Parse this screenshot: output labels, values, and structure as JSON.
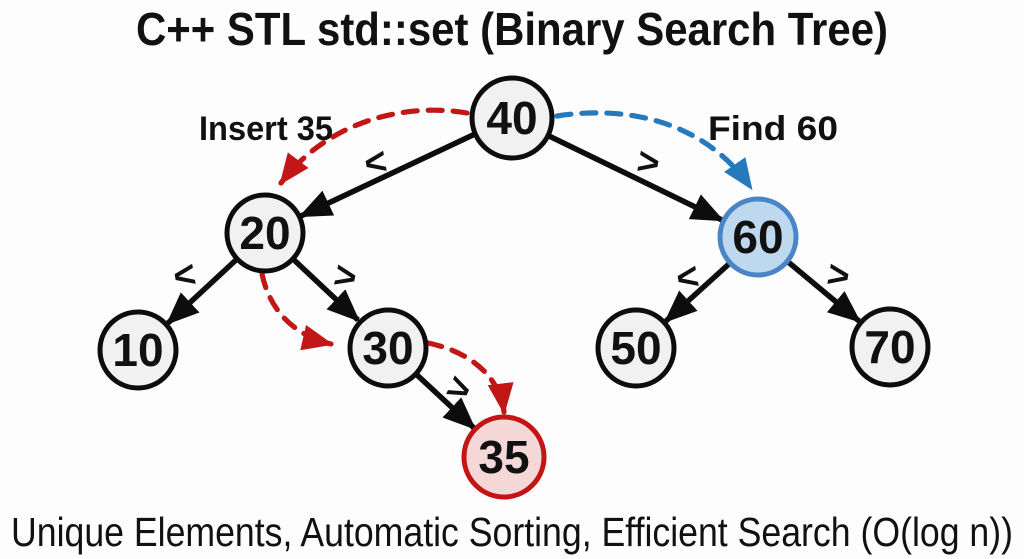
{
  "title": "C++ STL std::set (Binary Search Tree)",
  "caption": "Unique Elements, Automatic Sorting, Efficient Search (O(log n))",
  "annotations": {
    "insert_label": "Insert 35",
    "find_label": "Find 60"
  },
  "tree": {
    "type": "binary-search-tree",
    "root": "40",
    "nodes": {
      "n40": "40",
      "n20": "20",
      "n60": "60",
      "n10": "10",
      "n30": "30",
      "n50": "50",
      "n70": "70",
      "n35": "35"
    },
    "edges": [
      {
        "from": "40",
        "to": "20",
        "label": "<"
      },
      {
        "from": "40",
        "to": "60",
        "label": ">"
      },
      {
        "from": "20",
        "to": "10",
        "label": "<"
      },
      {
        "from": "20",
        "to": "30",
        "label": ">"
      },
      {
        "from": "60",
        "to": "50",
        "label": "<"
      },
      {
        "from": "60",
        "to": "70",
        "label": ">"
      },
      {
        "from": "30",
        "to": "35",
        "label": ">"
      }
    ],
    "highlighted_find_node": "60",
    "highlighted_insert_node": "35"
  },
  "colors": {
    "node_fill": "#f1f1f1",
    "node_stroke": "#0d0d0d",
    "find_node_fill": "#bed8f0",
    "find_node_stroke": "#4a86c5",
    "insert_node_fill": "#f6d7d7",
    "insert_node_stroke": "#c41414",
    "insert_path": "#c21717",
    "insert_label": "#c01818",
    "find_path": "#2579bd",
    "find_label": "#1a6bb3",
    "text": "#111111"
  }
}
